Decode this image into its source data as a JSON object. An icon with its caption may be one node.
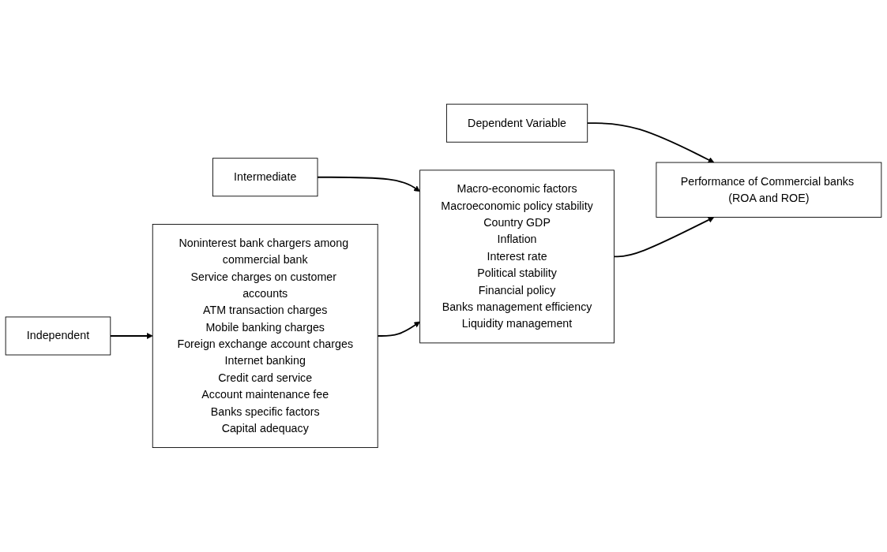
{
  "diagram": {
    "nodes": [
      {
        "text": [
          "Independent"
        ]
      },
      {
        "text": [
          "Intermediate"
        ]
      },
      {
        "text": [
          "Dependent Variable"
        ]
      },
      {
        "text": [
          "Noninterest bank chargers among commercial bank",
          "Service charges on customer accounts",
          "ATM transaction charges",
          "Mobile banking charges",
          "Foreign exchange account charges",
          "Internet banking",
          "Credit card service",
          "Account maintenance fee",
          "Banks specific factors",
          "Capital adequacy"
        ]
      },
      {
        "text": [
          "Macro-economic factors",
          "Macroeconomic policy stability",
          "Country GDP",
          "Inflation",
          "Interest rate",
          "Political stability",
          "Financial policy",
          "Banks management efficiency",
          "Liquidity management"
        ]
      },
      {
        "text": [
          "Performance of Commercial banks (ROA and ROE)"
        ]
      }
    ],
    "edges": [
      {
        "from": 0,
        "to": 3,
        "arrow": "to"
      },
      {
        "from": 1,
        "to": 4,
        "arrow": "to"
      },
      {
        "from": 2,
        "to": 5,
        "arrow": "to"
      },
      {
        "from": 3,
        "to": 4,
        "arrow": "to"
      },
      {
        "from": 4,
        "to": 5,
        "arrow": "to"
      }
    ]
  }
}
